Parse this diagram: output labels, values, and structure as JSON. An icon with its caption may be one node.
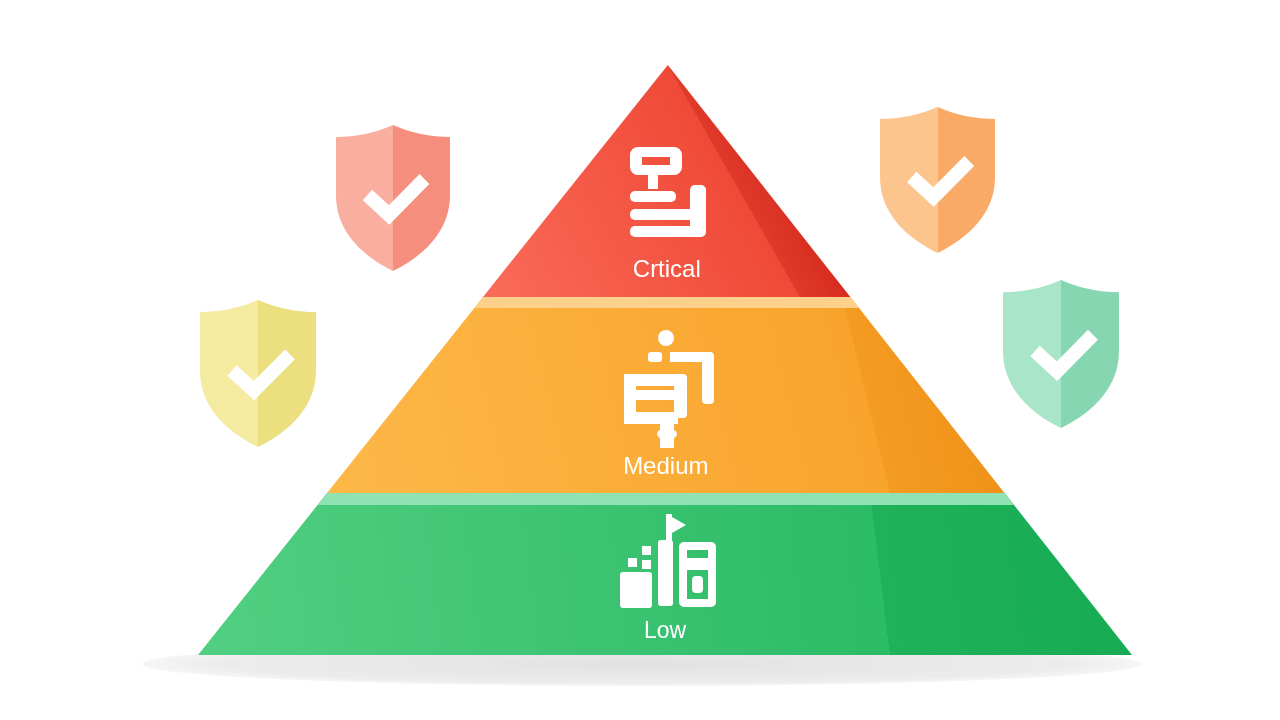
{
  "diagram": {
    "nodes": [
      {
        "text": [
          "Crtical"
        ]
      },
      {
        "text": [
          "Medium"
        ]
      },
      {
        "text": [
          "Low"
        ]
      }
    ]
  }
}
